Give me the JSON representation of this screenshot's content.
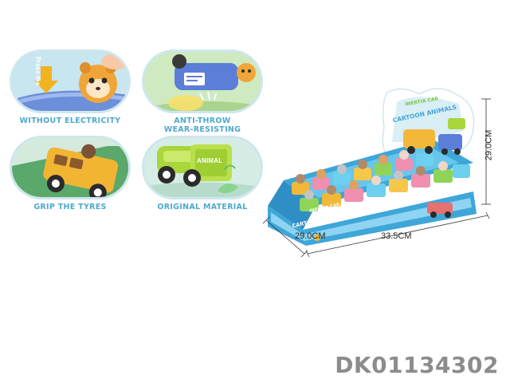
{
  "features": [
    {
      "label": "WITHOUT ELECTRICITY",
      "arrow_text": "Press the"
    },
    {
      "label": "ANTI-THROW",
      "label2": "WEAR-RESISTING"
    },
    {
      "label": "GRIP THE TYRES"
    },
    {
      "label": "ORIGINAL MATERIAL",
      "car_text": "ANIMAL"
    }
  ],
  "display_box": {
    "title_small": "INERTIA CAR",
    "title_big": "CARTOON ANIMALS"
  },
  "dimensions": {
    "height": "29.0CM",
    "depth": "29.0CM",
    "width": "33.5CM"
  },
  "product_code": "DK01134302",
  "colors": {
    "label_blue": "#4da9cc",
    "code_gray": "#8c8c8c",
    "box_blue": "#3fa6d8"
  }
}
